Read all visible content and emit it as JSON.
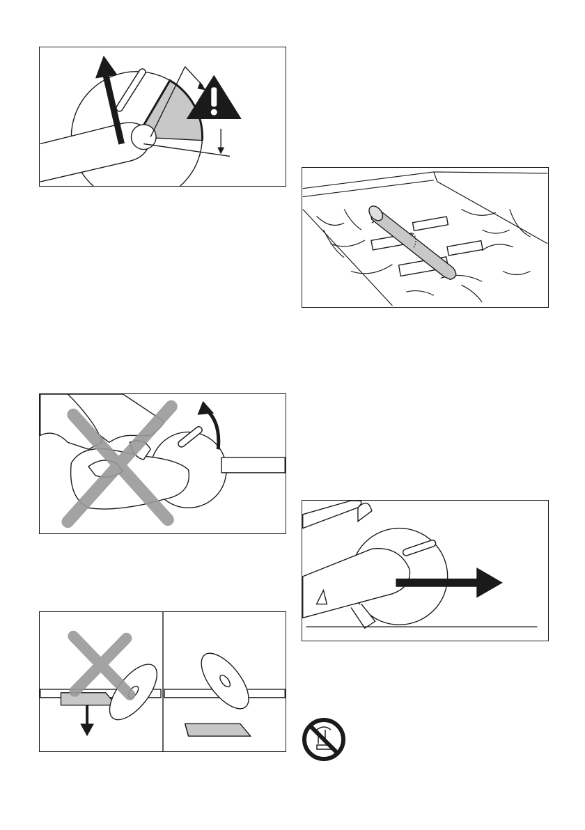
{
  "page": {
    "footer_text": ""
  },
  "figures": [
    {
      "id": "kickback-zone",
      "icon": "warning-triangle-icon"
    },
    {
      "id": "wrong-grip",
      "icon": "cross-mark-icon"
    },
    {
      "id": "pinching-workpiece",
      "icon": "cross-mark-icon"
    },
    {
      "id": "pipe-on-supports"
    },
    {
      "id": "cutting-direction",
      "icon": "arrow-right-icon"
    }
  ],
  "sign": {
    "icon": "no-side-grinding-icon"
  },
  "colors": {
    "ink": "#1a1a1a",
    "shade": "#c8c8c8",
    "cross": "#9a9a9a",
    "paper": "#ffffff"
  }
}
